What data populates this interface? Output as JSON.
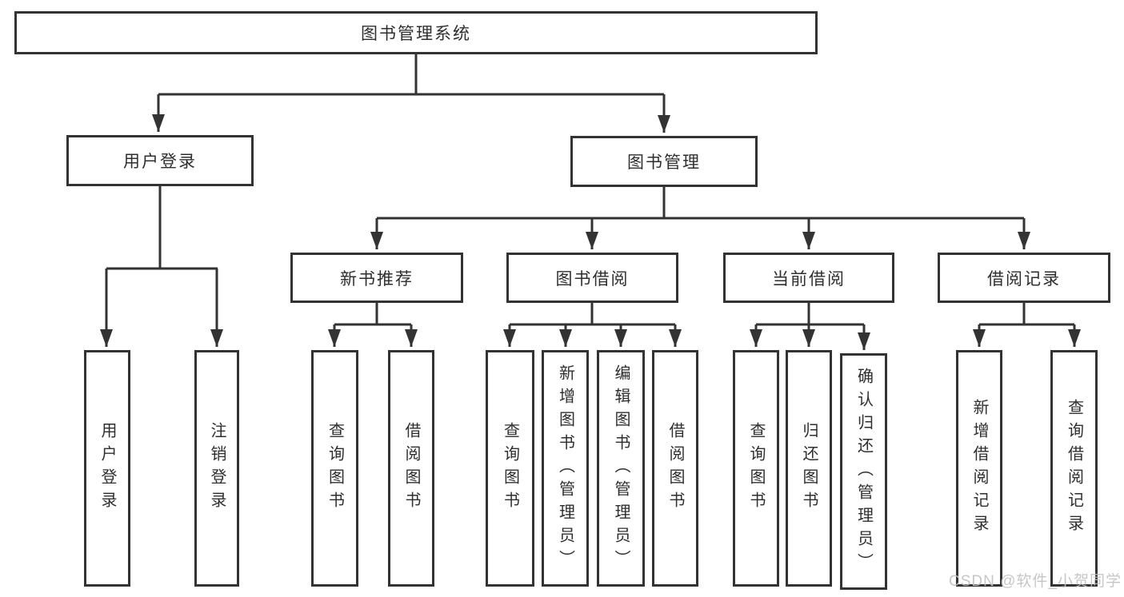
{
  "nodes": {
    "root": "图书管理系统",
    "l2_user": "用户登录",
    "l2_book": "图书管理",
    "l3_new": "新书推荐",
    "l3_borrow": "图书借阅",
    "l3_current": "当前借阅",
    "l3_record": "借阅记录",
    "leaf_user_login": "用户登录",
    "leaf_user_logout": "注销登录",
    "leaf_new_query": "查询图书",
    "leaf_new_borrow": "借阅图书",
    "leaf_borrow_query": "查询图书",
    "leaf_borrow_add": "新增图书（管理员）",
    "leaf_borrow_edit": "编辑图书（管理员）",
    "leaf_borrow_lend": "借阅图书",
    "leaf_current_query": "查询图书",
    "leaf_current_return": "归还图书",
    "leaf_current_confirm": "确认归还（管理员）",
    "leaf_record_add": "新增借阅记录",
    "leaf_record_query": "查询借阅记录"
  },
  "watermark": {
    "text": "CSDN @软件_小贺同学",
    "color": "#c0c0c0"
  },
  "colors": {
    "line": "#333333",
    "box_border": "#333333",
    "box_fill": "#ffffff",
    "text": "#2e2e2e"
  }
}
